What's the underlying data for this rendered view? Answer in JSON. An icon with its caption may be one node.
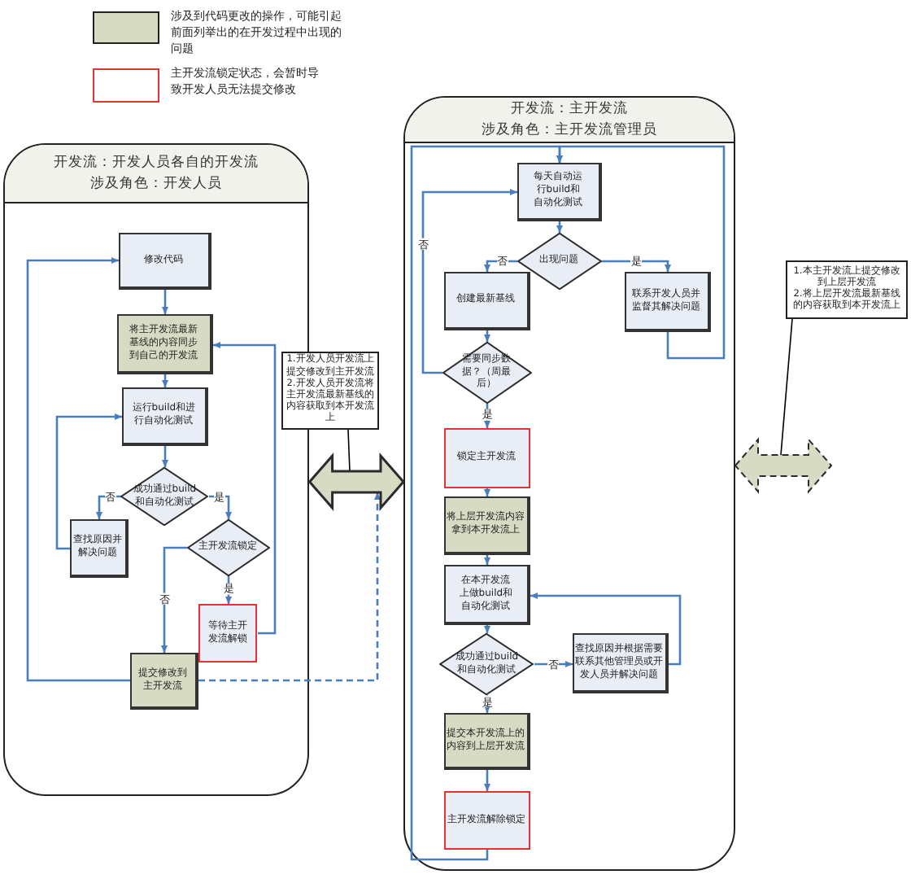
{
  "diagram": {
    "nodes": [
      {
        "text": [
          "开发流：开发人员各自的开发流",
          "涉及角色：开发人员"
        ]
      },
      {
        "text": [
          "修改代码"
        ],
        "in": 0
      },
      {
        "text": [
          "将主开发流最新基线的内容同步到自己的开发流"
        ],
        "in": 0
      },
      {
        "text": [
          "运行build和进行自动化测试"
        ],
        "in": 0
      },
      {
        "text": [
          "成功通过build和自动化测试"
        ],
        "in": 0
      },
      {
        "text": [
          "查找原因并解决问题"
        ],
        "in": 0
      },
      {
        "text": [
          "主开发流锁定"
        ],
        "in": 0
      },
      {
        "text": [
          "等待主开发流解锁"
        ],
        "in": 0
      },
      {
        "text": [
          "提交修改到主开发流"
        ],
        "in": 0
      },
      {
        "text": [
          "1.开发人员开发流上提交修改到主开发流",
          "2.开发人员开发流将主开发流最新基线的内容获取到本开发流上"
        ]
      },
      {
        "text": [
          "开发流：主开发流",
          "涉及角色：主开发流管理员"
        ]
      },
      {
        "text": [
          "每天自动运行build和自动化测试"
        ],
        "in": 10
      },
      {
        "text": [
          "出现问题"
        ],
        "in": 10
      },
      {
        "text": [
          "创建最新基线"
        ],
        "in": 10
      },
      {
        "text": [
          "联系开发人员并监督其解决问题"
        ],
        "in": 10
      },
      {
        "text": [
          "需要同步数据？（周最后）"
        ],
        "in": 10
      },
      {
        "text": [
          "锁定主开发流"
        ],
        "in": 10
      },
      {
        "text": [
          "将上层开发流内容拿到本开发流上"
        ],
        "in": 10
      },
      {
        "text": [
          "在本开发流上做build和自动化测试"
        ],
        "in": 10
      },
      {
        "text": [
          "成功通过build和自动化测试"
        ],
        "in": 10
      },
      {
        "text": [
          "查找原因并根据需要联系其他管理员或开发人员并解决问题"
        ],
        "in": 10
      },
      {
        "text": [
          "提交本开发流上的内容到上层开发流"
        ],
        "in": 10
      },
      {
        "text": [
          "主开发流解除锁定"
        ],
        "in": 10
      },
      {
        "text": [
          "1.本主开发流上提交修改到上层开发流",
          "2.将上层开发流最新基线的内容获取到本开发流上"
        ]
      }
    ],
    "edges": [
      {
        "from": 1,
        "to": 2,
        "arrow": "to"
      },
      {
        "from": 2,
        "to": 3,
        "arrow": "to"
      },
      {
        "from": 3,
        "to": 4,
        "arrow": "to"
      },
      {
        "from": 4,
        "to": 5,
        "arrow": "to",
        "label": "否"
      },
      {
        "from": 5,
        "to": 3,
        "arrow": "to"
      },
      {
        "from": 4,
        "to": 6,
        "arrow": "to",
        "label": "是"
      },
      {
        "from": 6,
        "to": 7,
        "arrow": "to",
        "label": "是"
      },
      {
        "from": 6,
        "to": 8,
        "arrow": "to",
        "label": "否"
      },
      {
        "from": 7,
        "to": 2,
        "arrow": "to"
      },
      {
        "from": 8,
        "to": 1,
        "arrow": "to"
      },
      {
        "from": 8,
        "to": 10,
        "arrow": "to",
        "style": "dashed"
      },
      {
        "from": 9,
        "to": null,
        "arrow": "none",
        "color": "#000000"
      },
      {
        "from": 0,
        "to": 10,
        "arrow": "both",
        "style": "thick",
        "color": "#d8dbc3"
      },
      {
        "from": 11,
        "to": 12,
        "arrow": "to"
      },
      {
        "from": 12,
        "to": 13,
        "arrow": "to",
        "label": "否"
      },
      {
        "from": 12,
        "to": 14,
        "arrow": "to",
        "label": "是"
      },
      {
        "from": 13,
        "to": 15,
        "arrow": "to"
      },
      {
        "from": 15,
        "to": 11,
        "arrow": "to",
        "label": "否"
      },
      {
        "from": 15,
        "to": 16,
        "arrow": "to",
        "label": "是"
      },
      {
        "from": 16,
        "to": 17,
        "arrow": "to"
      },
      {
        "from": 17,
        "to": 18,
        "arrow": "to"
      },
      {
        "from": 18,
        "to": 19,
        "arrow": "to"
      },
      {
        "from": 19,
        "to": 20,
        "arrow": "to",
        "label": "否"
      },
      {
        "from": 20,
        "to": 18,
        "arrow": "to"
      },
      {
        "from": 19,
        "to": 21,
        "arrow": "to",
        "label": "是"
      },
      {
        "from": 21,
        "to": 22,
        "arrow": "to"
      },
      {
        "from": 22,
        "to": 11,
        "arrow": "to"
      },
      {
        "from": 14,
        "to": 11,
        "arrow": "to"
      },
      {
        "from": 23,
        "to": null,
        "arrow": "none",
        "color": "#000000"
      },
      {
        "from": 10,
        "to": null,
        "arrow": "both",
        "style": "dashed",
        "color": "#d8dbc3"
      }
    ],
    "legend": [
      {
        "text": "涉及到代码更改的操作，可能引起前面列举出的在开发过程中出现的问题",
        "color": "#d8dbc3"
      },
      {
        "text": "主开发流锁定状态，会暂时导致开发人员无法提交修改"
      }
    ]
  }
}
